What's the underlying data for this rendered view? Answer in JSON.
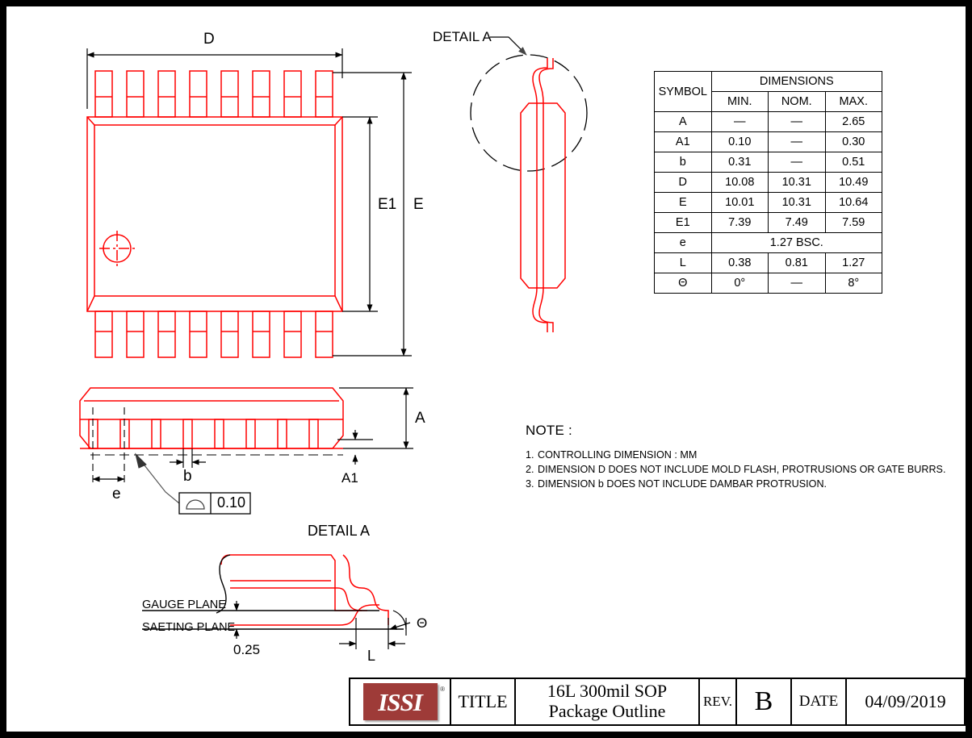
{
  "drawing": {
    "border_color": "#000000",
    "line_color": "#FF0000",
    "views": {
      "top_view": {
        "dim_D": "D",
        "dim_E": "E",
        "dim_E1": "E1",
        "pin_count_per_side": 8
      },
      "end_view": {
        "detail_callout": "DETAIL A"
      },
      "side_view": {
        "dim_A": "A",
        "dim_A1": "A1",
        "dim_b": "b",
        "dim_e": "e",
        "coplanarity_value": "0.10"
      },
      "detail_a": {
        "heading": "DETAIL A",
        "gauge_plane": "GAUGE PLANE",
        "seating_plane": "SAETING PLANE",
        "gauge_offset": "0.25",
        "dim_L": "L",
        "dim_theta": "Θ"
      }
    }
  },
  "dimension_table": {
    "col_symbol": "SYMBOL",
    "col_group": "DIMENSIONS",
    "col_min": "MIN.",
    "col_nom": "NOM.",
    "col_max": "MAX.",
    "rows": [
      {
        "symbol": "A",
        "min": "—",
        "nom": "—",
        "max": "2.65"
      },
      {
        "symbol": "A1",
        "min": "0.10",
        "nom": "—",
        "max": "0.30"
      },
      {
        "symbol": "b",
        "min": "0.31",
        "nom": "—",
        "max": "0.51"
      },
      {
        "symbol": "D",
        "min": "10.08",
        "nom": "10.31",
        "max": "10.49"
      },
      {
        "symbol": "E",
        "min": "10.01",
        "nom": "10.31",
        "max": "10.64"
      },
      {
        "symbol": "E1",
        "min": "7.39",
        "nom": "7.49",
        "max": "7.59"
      },
      {
        "symbol": "e",
        "span": "1.27 BSC."
      },
      {
        "symbol": "L",
        "min": "0.38",
        "nom": "0.81",
        "max": "1.27"
      },
      {
        "symbol": "Θ",
        "min": "0°",
        "nom": "—",
        "max": "8°"
      }
    ]
  },
  "notes": {
    "heading": "NOTE :",
    "items": [
      {
        "num": "1.",
        "text": "CONTROLLING DIMENSION : MM"
      },
      {
        "num": "2.",
        "text": "DIMENSION D DOES NOT INCLUDE MOLD FLASH, PROTRUSIONS OR GATE BURRS."
      },
      {
        "num": "3.",
        "text": "DIMENSION b DOES NOT INCLUDE DAMBAR PROTRUSION."
      }
    ]
  },
  "title_block": {
    "logo_text": "ISSI",
    "logo_registered": "®",
    "logo_color": "#9E3B38",
    "title_label": "TITLE",
    "title_line1": "16L 300mil SOP",
    "title_line2": "Package  Outline",
    "rev_label": "REV.",
    "rev_value": "B",
    "date_label": "DATE",
    "date_value": "04/09/2019"
  }
}
